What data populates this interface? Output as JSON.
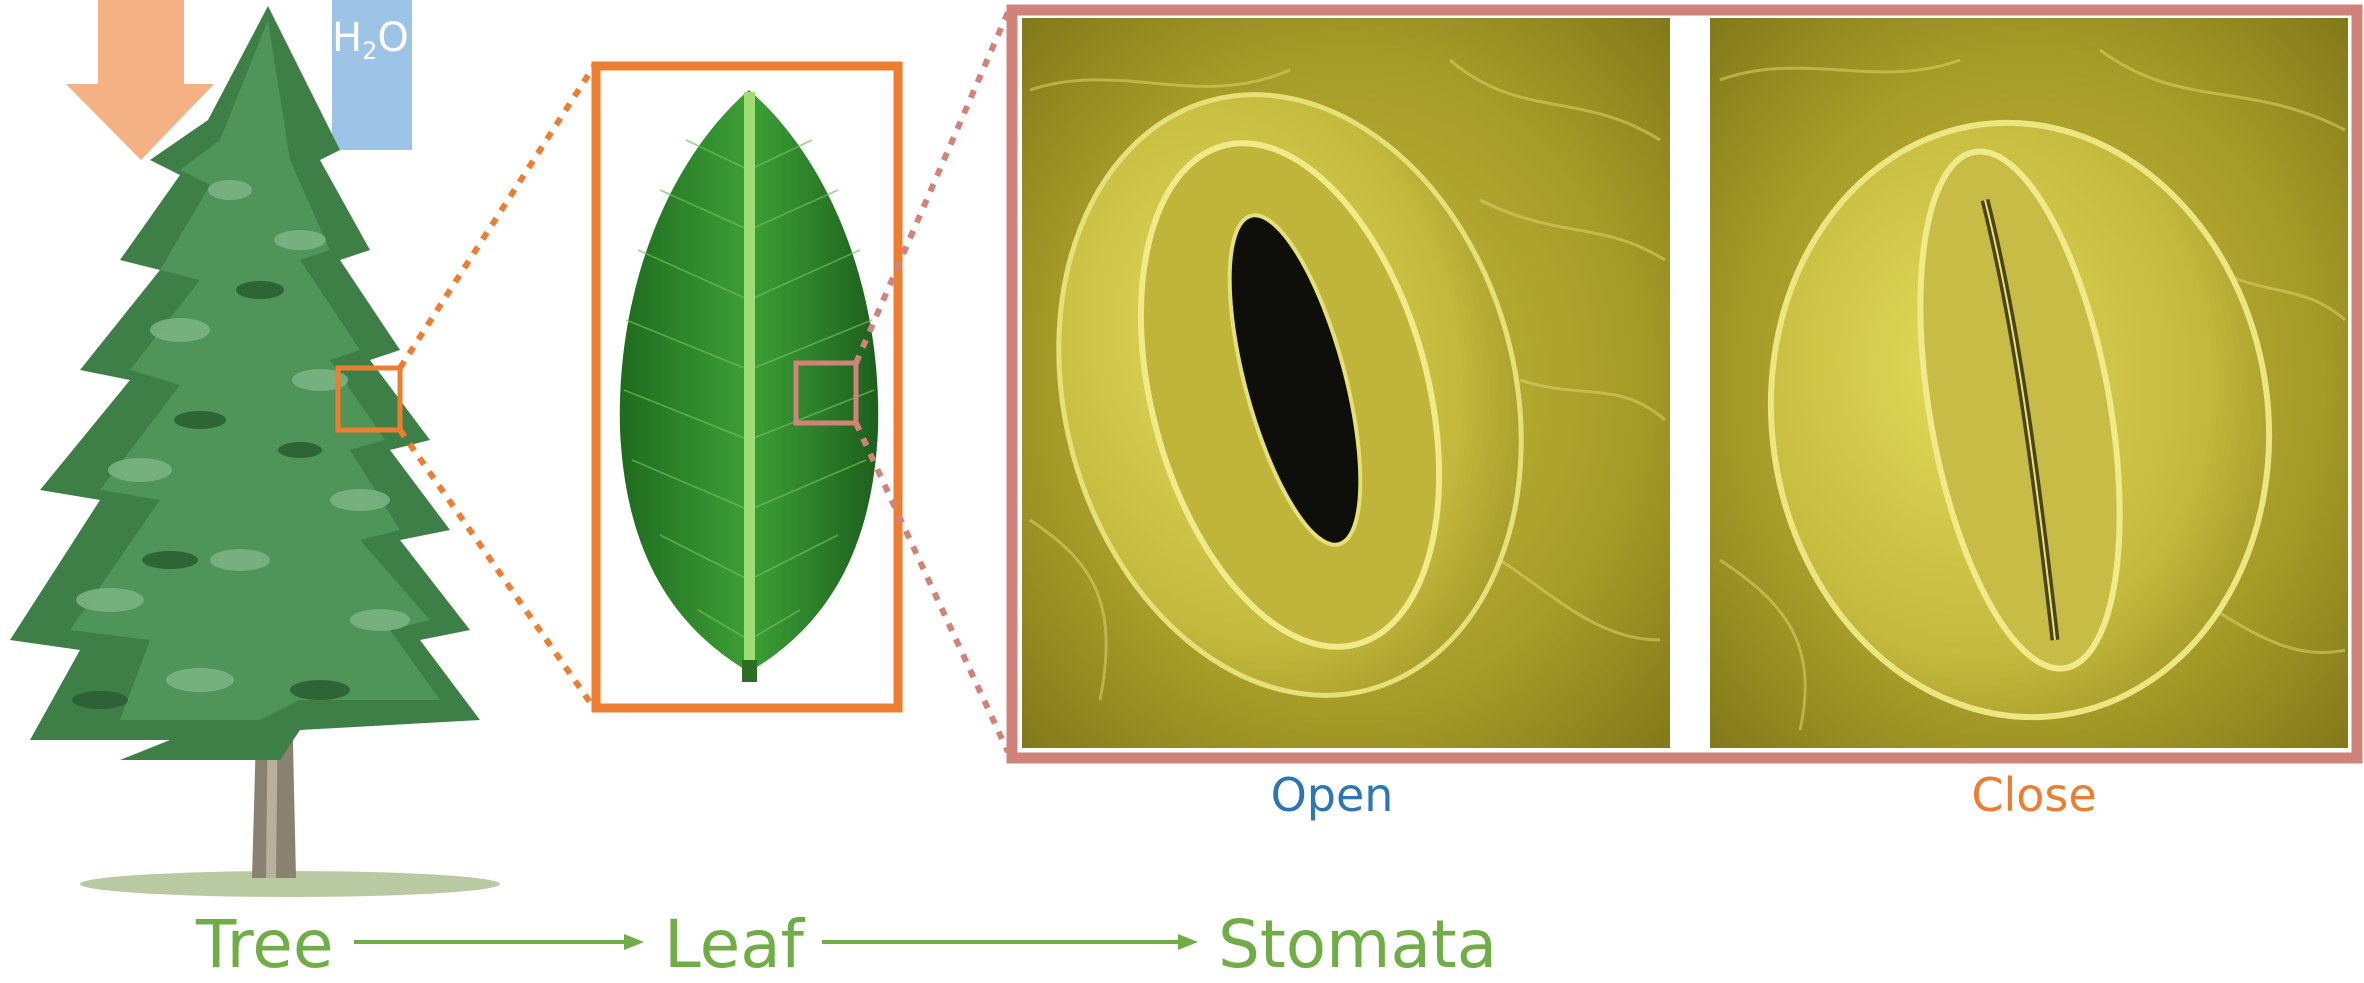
{
  "water_label": {
    "base": "H",
    "sub": "2",
    "tail": "O"
  },
  "stomata_labels": {
    "open": "Open",
    "close": "Close"
  },
  "flow": {
    "tree": "Tree",
    "leaf": "Leaf",
    "stomata": "Stomata"
  },
  "colors": {
    "open_label": "#2e75b6",
    "close_label": "#ed7d31",
    "flow_text": "#70ad47",
    "sun_arrow": "#f4b183",
    "water_arrow": "#9dc3e6",
    "tree_zoom_box": "#ed7d31",
    "leaf_zoom_box": "#d0837a",
    "micrograph_frame": "#d0837a",
    "leaf_green": "#2f8a2f",
    "micrograph_yellow": "#b5ad2a"
  },
  "icons": [
    "sunlight-arrow-icon",
    "water-arrow-icon",
    "tree-illustration",
    "leaf-illustration",
    "open-stoma-micrograph",
    "closed-stoma-micrograph"
  ]
}
